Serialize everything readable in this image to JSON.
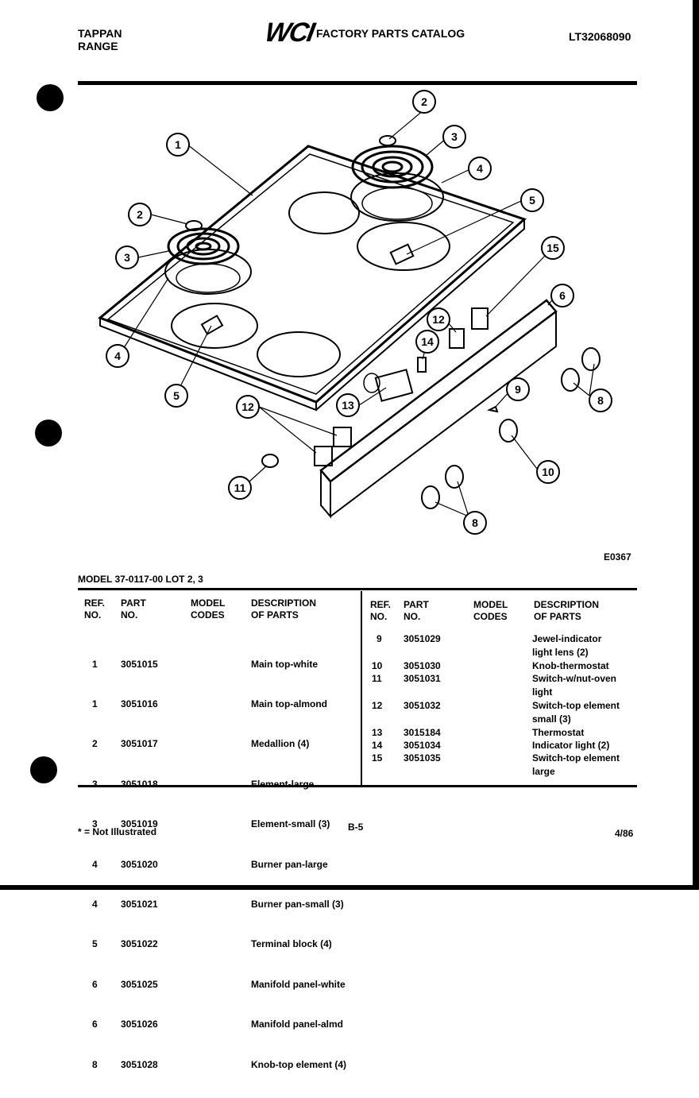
{
  "header": {
    "brand_line1": "TAPPAN",
    "brand_line2": "RANGE",
    "logo": "WCI",
    "catalog_title": "FACTORY PARTS CATALOG",
    "catalog_code": "LT32068090"
  },
  "diagram": {
    "figure_code": "E0367",
    "callouts": [
      "1",
      "2",
      "3",
      "4",
      "5",
      "15",
      "6",
      "2",
      "3",
      "4",
      "5",
      "12",
      "14",
      "12",
      "13",
      "9",
      "8",
      "11",
      "10",
      "8"
    ]
  },
  "model_line": "MODEL 37-0117-00 LOT 2, 3",
  "table": {
    "headers": {
      "ref": "REF.\nNO.",
      "part": "PART\nNO.",
      "codes": "MODEL\nCODES",
      "desc": "DESCRIPTION\nOF PARTS"
    },
    "left_rows": [
      {
        "ref": "1",
        "part": "3051015",
        "desc": "Main top-white"
      },
      {
        "ref": "1",
        "part": "3051016",
        "desc": "Main top-almond"
      },
      {
        "ref": "2",
        "part": "3051017",
        "desc": "Medallion (4)"
      },
      {
        "ref": "3",
        "part": "3051018",
        "desc": "Element-large"
      },
      {
        "ref": "3",
        "part": "3051019",
        "desc": "Element-small (3)"
      },
      {
        "ref": "4",
        "part": "3051020",
        "desc": "Burner pan-large"
      },
      {
        "ref": "4",
        "part": "3051021",
        "desc": "Burner pan-small (3)"
      },
      {
        "ref": "5",
        "part": "3051022",
        "desc": "Terminal block (4)"
      },
      {
        "ref": "6",
        "part": "3051025",
        "desc": "Manifold panel-white"
      },
      {
        "ref": "6",
        "part": "3051026",
        "desc": "Manifold panel-almd"
      },
      {
        "ref": "8",
        "part": "3051028",
        "desc": "Knob-top element (4)"
      }
    ],
    "right_rows": [
      {
        "ref": "9",
        "part": "3051029",
        "desc": "Jewel-indicator\nlight lens (2)"
      },
      {
        "ref": "10",
        "part": "3051030",
        "desc": "Knob-thermostat"
      },
      {
        "ref": "11",
        "part": "3051031",
        "desc": "Switch-w/nut-oven\nlight"
      },
      {
        "ref": "12",
        "part": "3051032",
        "desc": "Switch-top element\nsmall (3)"
      },
      {
        "ref": "13",
        "part": "3015184",
        "desc": "Thermostat"
      },
      {
        "ref": "14",
        "part": "3051034",
        "desc": "Indicator light (2)"
      },
      {
        "ref": "15",
        "part": "3051035",
        "desc": "Switch-top element\nlarge"
      }
    ]
  },
  "footer": {
    "note": "* = Not Illustrated",
    "page": "B-5",
    "date": "4/86"
  }
}
